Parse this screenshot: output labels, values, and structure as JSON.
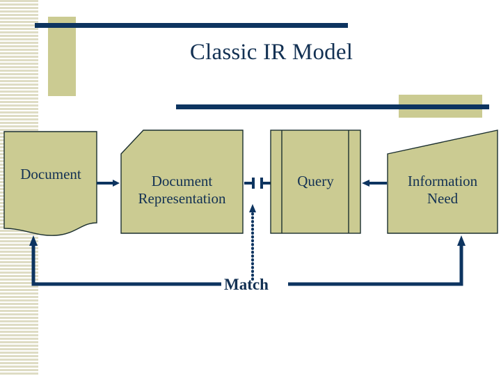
{
  "slide": {
    "title": "Classic IR Model",
    "background_color": "#ffffff",
    "accent_navy": "#0d3460",
    "accent_khaki": "#cbcb92",
    "stripe_color": "#dedcc4",
    "text_color": "#133153"
  },
  "diagram": {
    "type": "flowchart",
    "nodes": [
      {
        "id": "document",
        "label": "Document",
        "shape": "document-wavy-bottom"
      },
      {
        "id": "document-representation",
        "label": "Document\nRepresentation",
        "shape": "clipped-corner-rectangle"
      },
      {
        "id": "query",
        "label": "Query",
        "shape": "predefined-process"
      },
      {
        "id": "information-need",
        "label": "Information\nNeed",
        "shape": "slanted-top-trapezoid"
      }
    ],
    "match_label": "Match",
    "edges": [
      {
        "from": "document",
        "to": "document-representation",
        "style": "solid-arrow"
      },
      {
        "from": "document-representation",
        "to": "query",
        "style": "gap-barrier"
      },
      {
        "from": "information-need",
        "to": "query",
        "style": "solid-arrow"
      },
      {
        "from": "match",
        "to": "document-representation",
        "style": "dotted-arrow-up"
      },
      {
        "from": "match",
        "to": "document",
        "style": "elbow-arrow-up-left"
      },
      {
        "from": "match",
        "to": "information-need",
        "style": "elbow-arrow-up-right"
      }
    ]
  }
}
